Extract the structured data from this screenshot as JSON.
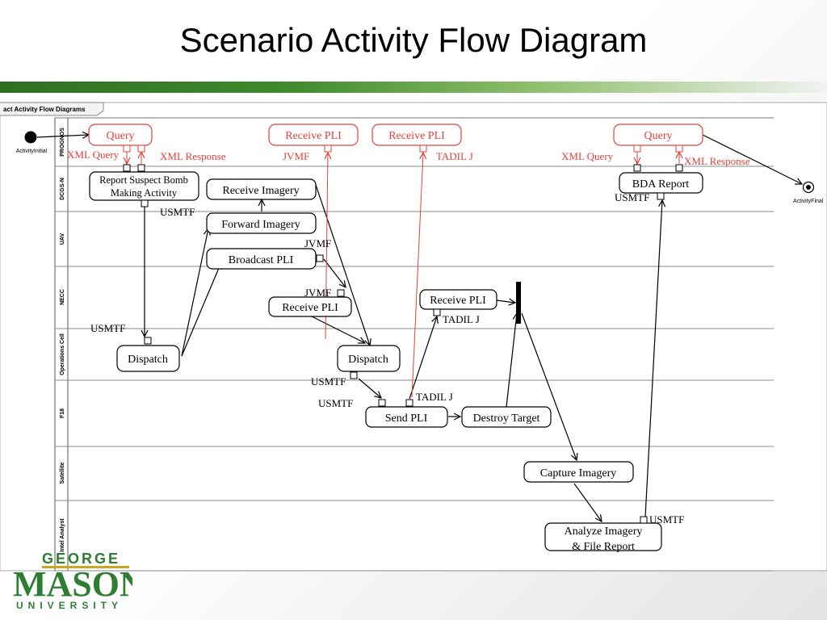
{
  "slide": {
    "title": "Scenario Activity Flow Diagram"
  },
  "diagram": {
    "frame_label": "act Activity Flow Diagrams",
    "lanes": [
      "PROGNOS",
      "DCGS-N",
      "UAV",
      "NECC",
      "Operations Cell",
      "F18",
      "Satellite",
      "Intel Analyst"
    ],
    "initial_label": "ActivityInitial",
    "final_label": "ActivityFinal",
    "nodes": {
      "query1": "Query",
      "receive_pli_1": "Receive PLI",
      "receive_pli_2": "Receive PLI",
      "query2": "Query",
      "report_bomb_line1": "Report Suspect Bomb",
      "report_bomb_line2": "Making Activity",
      "receive_imagery": "Receive Imagery",
      "bda_report": "BDA Report",
      "forward_imagery": "Forward Imagery",
      "broadcast_pli": "Broadcast PLI",
      "receive_pli_necc": "Receive PLI",
      "receive_pli_necc2": "Receive PLI",
      "dispatch1": "Dispatch",
      "dispatch2": "Dispatch",
      "send_pli": "Send PLI",
      "destroy_target": "Destroy Target",
      "capture_imagery": "Capture Imagery",
      "analyze_line1": "Analyze Imagery",
      "analyze_line2": "& File Report"
    },
    "pin_labels": {
      "xml_query_1": "XML Query",
      "xml_response_1": "XML Response",
      "jvmf_prognos": "JVMF",
      "tadil_prognos": "TADIL J",
      "xml_query_2": "XML Query",
      "xml_response_2": "XML Response",
      "usmtf_bda": "USMTF",
      "usmtf_report": "USMTF",
      "jvmf_uav": "JVMF",
      "jvmf_necc": "JVMF",
      "tadil_necc": "TADIL J",
      "usmtf_ops": "USMTF",
      "usmtf_dispatch2": "USMTF",
      "usmtf_f18": "USMTF",
      "tadil_f18": "TADIL J",
      "usmtf_analyst": "USMTF"
    }
  },
  "logo": {
    "line1": "GEORGE",
    "line2": "MASON",
    "line3": "UNIVERSITY"
  },
  "colors": {
    "accent_green": "#2f6f22",
    "logo_green": "#2e7d32",
    "logo_gold": "#c8a820",
    "flow_red": "#e0423c"
  }
}
